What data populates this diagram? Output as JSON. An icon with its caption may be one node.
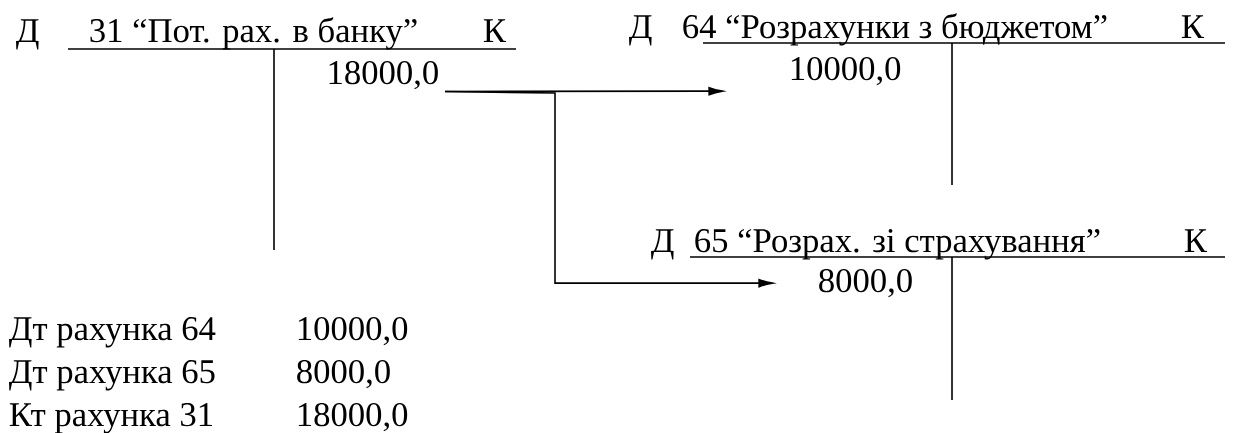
{
  "diagram": {
    "nodes": [
      {
        "text": [
          "18000,0"
        ]
      },
      {
        "text": [
          "10000,0"
        ]
      },
      {
        "text": [
          "8000,0"
        ]
      }
    ],
    "edges": [
      {
        "from": 0,
        "to": 1,
        "arrow": "to"
      },
      {
        "from": 0,
        "to": 2,
        "arrow": "to"
      }
    ],
    "labels": [
      "Д",
      "31 “Пот. рах. в банку”",
      "К",
      "Д",
      "64 “Розрахунки з бюджетом”",
      "К",
      "Д",
      "65 “Розрах. зі страхування”",
      "К",
      "Дт рахунка 64",
      "10000,0",
      "Дт рахунка 65",
      "8000,0",
      "Кт рахунка 31",
      "18000,0"
    ]
  }
}
